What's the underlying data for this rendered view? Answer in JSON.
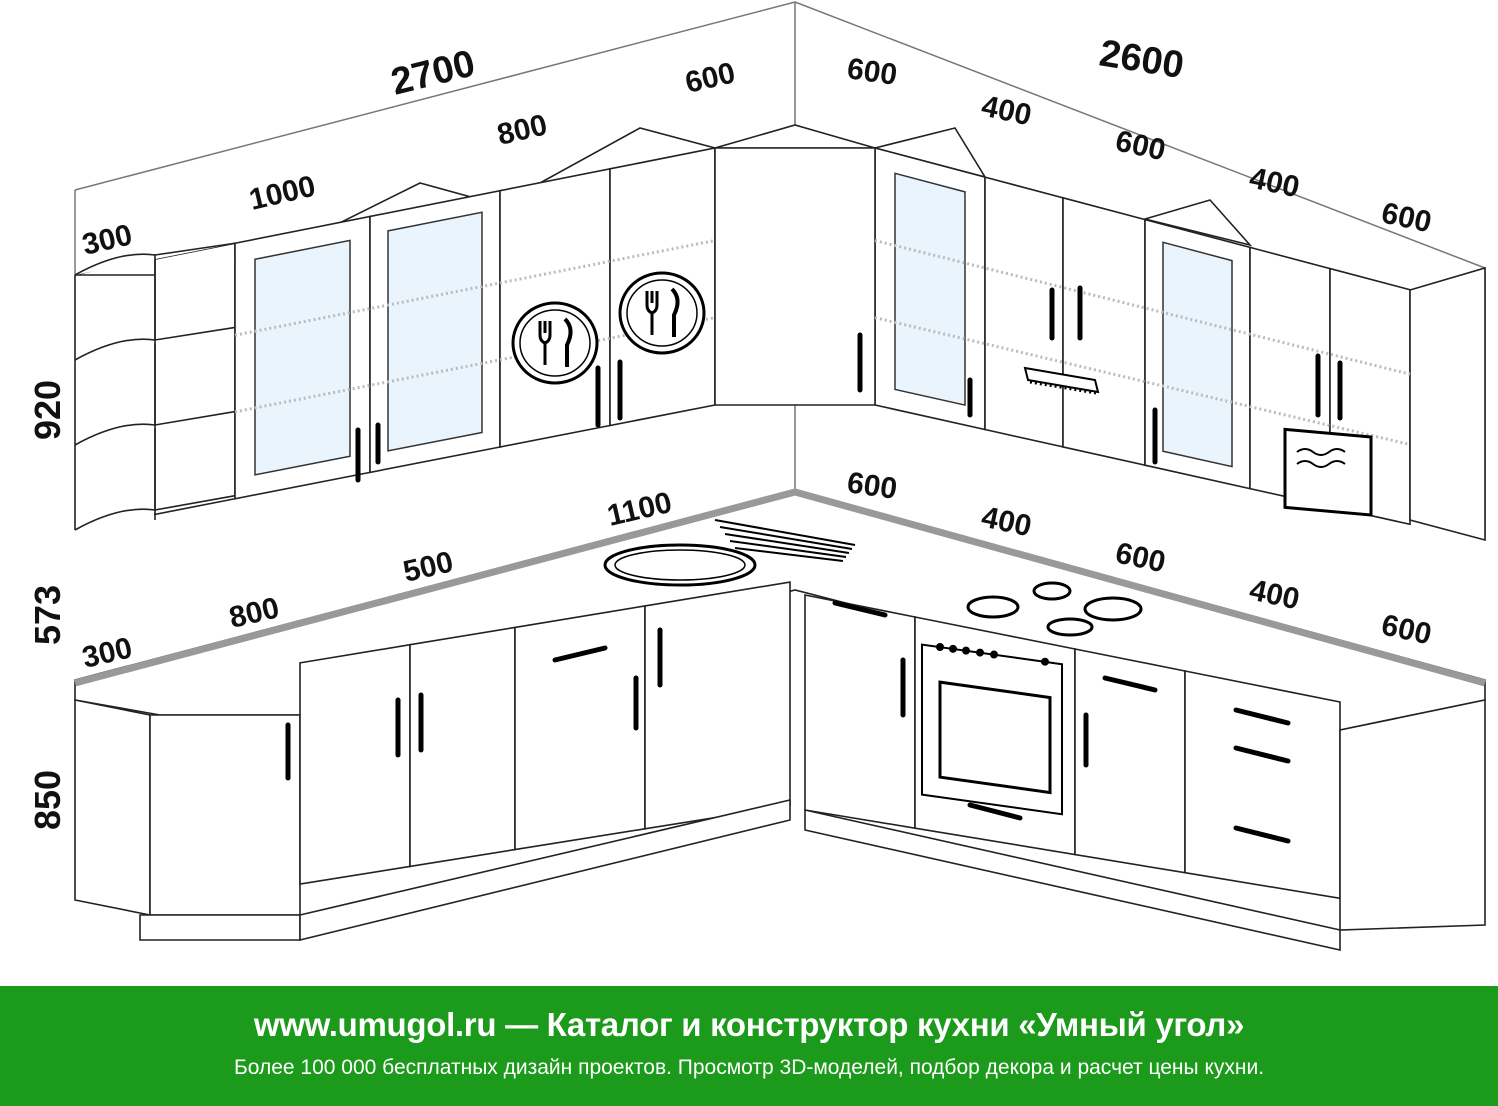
{
  "dimensions": {
    "total_left": "2700",
    "total_right": "2600",
    "upper_left": [
      "300",
      "1000",
      "800",
      "600"
    ],
    "upper_right": [
      "600",
      "400",
      "600",
      "400",
      "600"
    ],
    "heights": [
      "920",
      "573",
      "850"
    ],
    "base_left": [
      "300",
      "800",
      "500",
      "1100"
    ],
    "base_right": [
      "600",
      "400",
      "600",
      "400",
      "600"
    ]
  },
  "footer": {
    "title": "www.umugol.ru — Каталог и конструктор кухни «Умный угол»",
    "subtitle": "Более 100 000 бесплатных дизайн проектов. Просмотр 3D-моделей, подбор декора и расчет цены кухни."
  },
  "colors": {
    "footer_bg": "#1b9a1b",
    "glass": "#eaf4fd",
    "outline": "#222222"
  }
}
